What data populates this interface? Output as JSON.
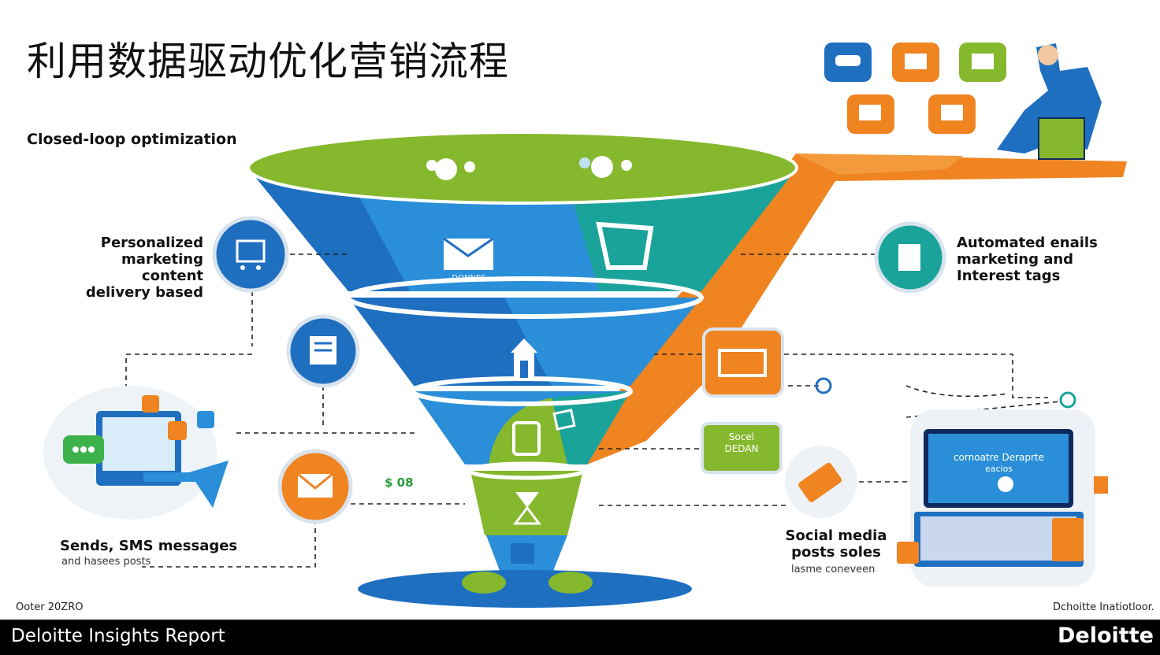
{
  "title": "利用数据驱动优化营销流程",
  "subtitle": "Closed-loop optimization",
  "labels": {
    "personalized": "Personalized\nmarketing content\ndelivery based",
    "automated": "Automated enails\nmarketing and\nInterest tags",
    "sends": "Sends, SMS messages",
    "sends_sub": "and hasees posts",
    "social": "Social media\nposts soles",
    "social_sub": "lasme coneveen",
    "funnel_layer1": "DONNES",
    "social_box": "Socel\nDEDAN",
    "money": "$ 08",
    "laptop_line1": "cornoatre Deraprte",
    "laptop_line2": "eacios"
  },
  "footnotes": {
    "date": "Ooter 20ZRO",
    "source": "Dchoitte Inatiotloor."
  },
  "footer": {
    "report": "Deloitte Insights Report",
    "brand": "Deloitte"
  },
  "colors": {
    "blue": "#1f6fc1",
    "mid_blue": "#2a8fd8",
    "teal": "#1aa39a",
    "green": "#86b82d",
    "orange": "#ef8421",
    "dark": "#0e2a5c"
  },
  "icons": [
    "chat-icon",
    "mail-icon",
    "card-icon",
    "cart-icon",
    "document-icon",
    "house-icon",
    "bag-icon",
    "person-icon"
  ]
}
